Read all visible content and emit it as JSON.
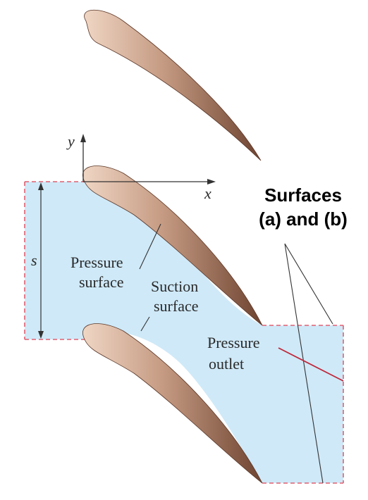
{
  "labels": {
    "y_axis": "y",
    "x_axis": "x",
    "spacing": "s",
    "pressure_surface": [
      "Pressure",
      "surface"
    ],
    "suction_surface": [
      "Suction",
      "surface"
    ],
    "pressure_outlet": [
      "Pressure",
      "outlet"
    ],
    "surfaces_callout": [
      "Surfaces",
      "(a) and (b)"
    ]
  },
  "colors": {
    "domain_fill": "#cfe9f8",
    "boundary_dash": "#e06070",
    "blade_dark": "#6e4431",
    "blade_light": "#d7b49d",
    "outlet_leader": "#c0283a",
    "leader_line": "#333333"
  }
}
